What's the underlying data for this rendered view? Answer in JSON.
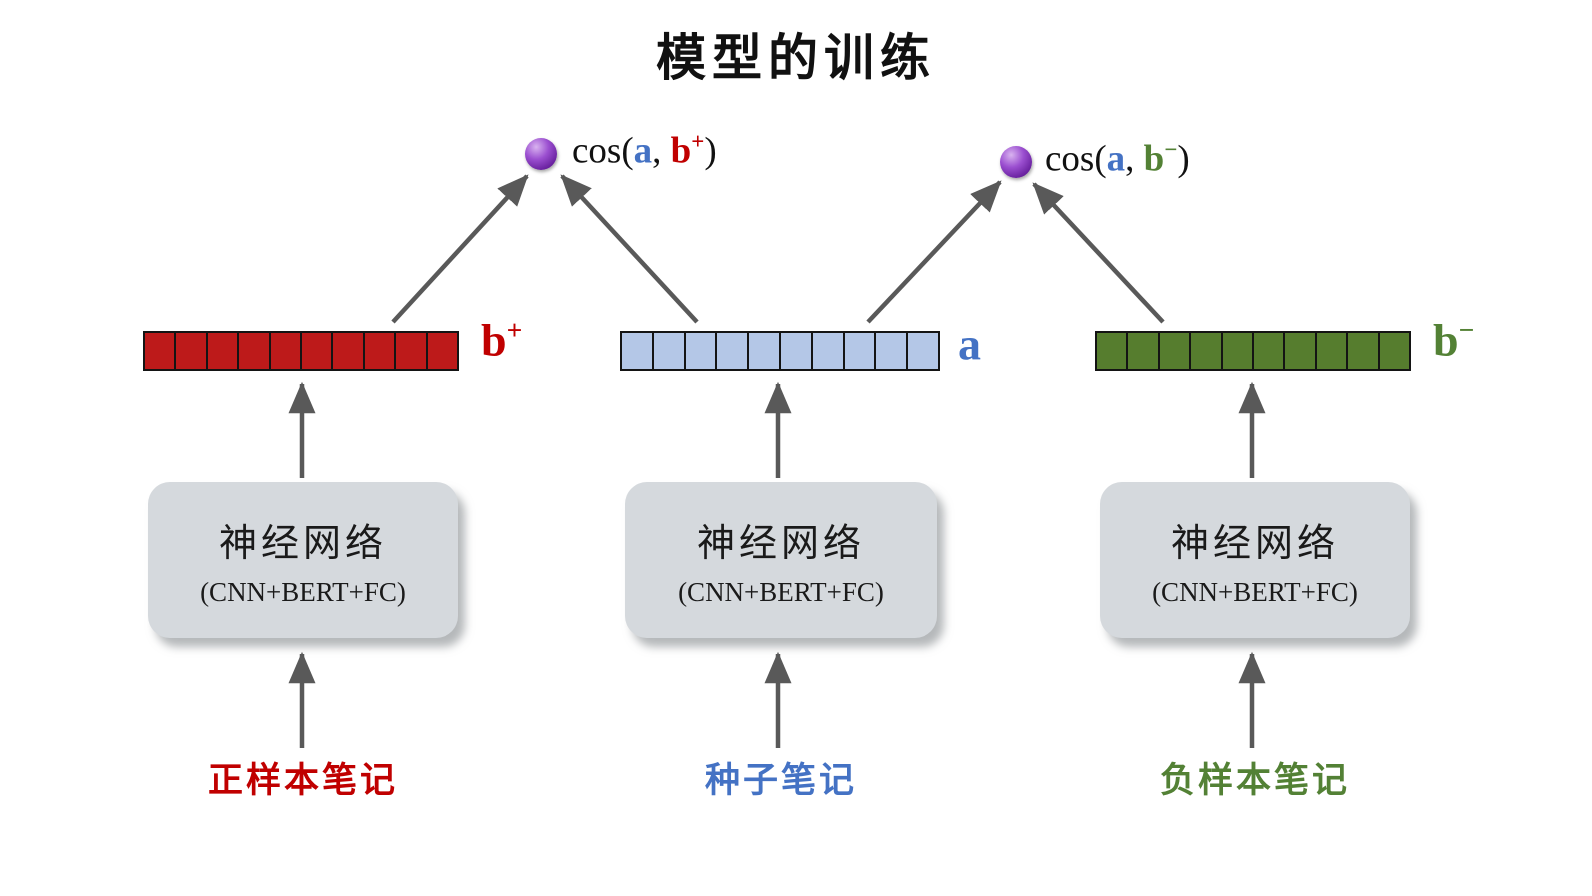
{
  "title": "模型的训练",
  "cos_nodes": [
    {
      "func": "cos(",
      "arg1": "a",
      "sep": ", ",
      "arg2": "b",
      "sup": "+",
      "close": ")"
    },
    {
      "func": "cos(",
      "arg1": "a",
      "sep": ", ",
      "arg2": "b",
      "sup": "−",
      "close": ")"
    }
  ],
  "vectors": [
    {
      "name": "positive-embedding",
      "label": "b",
      "sup": "+",
      "cells": 10
    },
    {
      "name": "seed-embedding",
      "label": "a",
      "sup": "",
      "cells": 10
    },
    {
      "name": "negative-embedding",
      "label": "b",
      "sup": "−",
      "cells": 10
    }
  ],
  "networks": [
    {
      "name": "神经网络",
      "detail": "(CNN+BERT+FC)"
    },
    {
      "name": "神经网络",
      "detail": "(CNN+BERT+FC)"
    },
    {
      "name": "神经网络",
      "detail": "(CNN+BERT+FC)"
    }
  ],
  "inputs": [
    {
      "label": "正样本笔记"
    },
    {
      "label": "种子笔记"
    },
    {
      "label": "负样本笔记"
    }
  ],
  "colors": {
    "positive": "#c00000",
    "seed": "#4472c4",
    "negative": "#538135",
    "cell_positive": "#bd1a1a",
    "cell_seed": "#b4c7e7",
    "cell_negative": "#567d2e",
    "arrow": "#595959",
    "node_purple": "#7030a0",
    "box_fill": "#d5d9dd"
  }
}
